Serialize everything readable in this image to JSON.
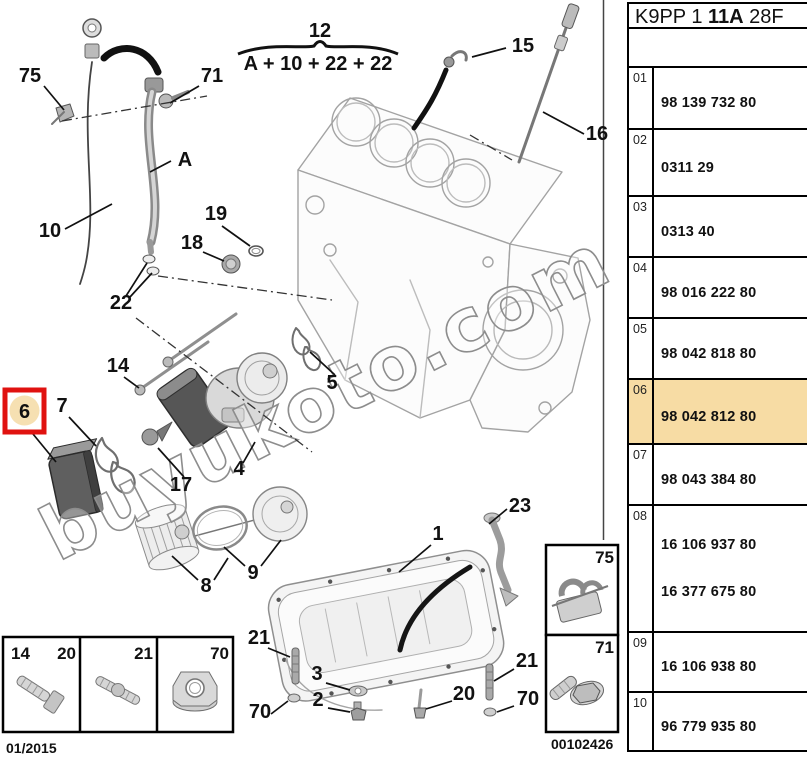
{
  "header": {
    "prefix": "K9PP 1 ",
    "bold": "11A",
    "suffix": " 28F"
  },
  "table": {
    "highlighted_index": "06",
    "rows": [
      {
        "index": "01",
        "parts": [
          "98 139 732 80"
        ]
      },
      {
        "index": "02",
        "parts": [
          "0311 29"
        ]
      },
      {
        "index": "03",
        "parts": [
          "0313 40"
        ]
      },
      {
        "index": "04",
        "parts": [
          "98 016 222 80"
        ]
      },
      {
        "index": "05",
        "parts": [
          "98 042 818 80"
        ]
      },
      {
        "index": "06",
        "parts": [
          "98 042 812 80"
        ]
      },
      {
        "index": "07",
        "parts": [
          "98 043 384 80"
        ]
      },
      {
        "index": "08",
        "parts": [
          "16 106 937 80",
          "16 377 675 80"
        ]
      },
      {
        "index": "09",
        "parts": [
          "16 106 938 80"
        ]
      },
      {
        "index": "10",
        "parts": [
          "96 779 935 80"
        ]
      }
    ]
  },
  "diagram": {
    "formula_group": "12",
    "formula": "A + 10 + 22 + 22",
    "watermark": "buyukoto.com",
    "highlight_callout": "6",
    "callouts": [
      "75",
      "71",
      "15",
      "16",
      "A",
      "10",
      "19",
      "18",
      "22",
      "14",
      "7",
      "17",
      "4",
      "5",
      "8",
      "9",
      "1",
      "23",
      "21",
      "3",
      "2",
      "70",
      "20",
      "21",
      "70"
    ],
    "legend_left": {
      "ref_label": "14",
      "cell1_item": "20",
      "cell2_item": "21",
      "cell3_item": "70",
      "caption": "01/2015"
    },
    "legend_right": {
      "cell1_item": "75",
      "cell2_item": "71",
      "caption": "00102426"
    },
    "colors": {
      "highlight_row": "#f7dca4",
      "highlight_box": "#e01210",
      "highlight_circle": "#f6e0b2",
      "highlight_digit": "#7a2020"
    }
  }
}
